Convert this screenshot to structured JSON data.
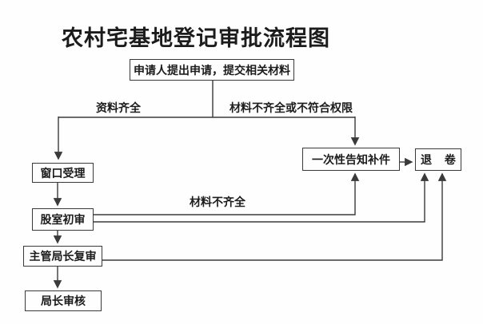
{
  "title": "农村宅基地登记审批流程图",
  "nodes": {
    "apply": {
      "label": "申请人提出申请，提交相关材料"
    },
    "window": {
      "label": "窗口受理"
    },
    "section": {
      "label": "股室初审"
    },
    "director": {
      "label": "主管局长复审"
    },
    "chief": {
      "label": "局长审核"
    },
    "notify": {
      "label": "一次性告知补件"
    },
    "return": {
      "label": "退 卷"
    }
  },
  "edge_labels": {
    "complete": "资料齐全",
    "incomplete_or_unauthorized": "材料不齐全或不符合权限",
    "incomplete": "材料不齐全"
  },
  "colors": {
    "line": "#3a3a3a",
    "border": "#3a3a3a",
    "text": "#1c1c1c",
    "background": "#fefefe"
  }
}
